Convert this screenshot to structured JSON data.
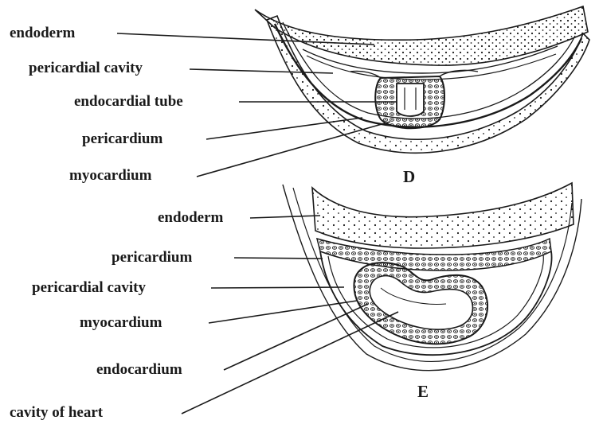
{
  "panels": {
    "d": {
      "letter": "D",
      "labels": {
        "endoderm": "endoderm",
        "pericardial_cavity": "pericardial cavity",
        "endocardial_tube": "endocardial tube",
        "pericardium": "pericardium",
        "myocardium": "myocardium"
      }
    },
    "e": {
      "letter": "E",
      "labels": {
        "endoderm": "endoderm",
        "pericardium": "pericardium",
        "pericardial_cavity": "pericardial cavity",
        "myocardium": "myocardium",
        "endocardium": "endocardium",
        "cavity_of_heart": "cavity of heart"
      }
    }
  },
  "colors": {
    "ink": "#1a1a1a",
    "background": "#ffffff"
  }
}
